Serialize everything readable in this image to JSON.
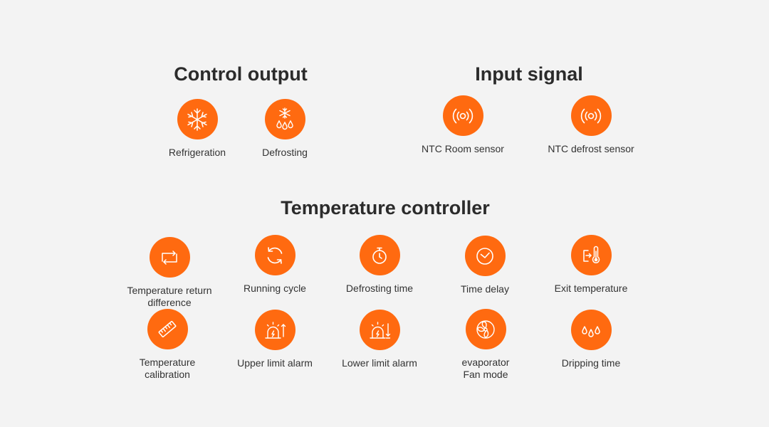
{
  "accent_color": "#ff6a10",
  "control_output": {
    "title": "Control output",
    "items": [
      {
        "label": "Refrigeration",
        "icon": "snowflake-icon"
      },
      {
        "label": "Defrosting",
        "icon": "defrost-icon"
      }
    ]
  },
  "input_signal": {
    "title": "Input signal",
    "items": [
      {
        "label": "NTC Room sensor",
        "icon": "sensor-signal-icon"
      },
      {
        "label": "NTC defrost sensor",
        "icon": "sensor-signal-icon"
      }
    ]
  },
  "temperature_controller": {
    "title": "Temperature controller",
    "items": [
      {
        "label": "Temperature return\ndifference",
        "icon": "return-difference-icon"
      },
      {
        "label": "Running cycle",
        "icon": "cycle-icon"
      },
      {
        "label": "Defrosting time",
        "icon": "stopwatch-icon"
      },
      {
        "label": "Time delay",
        "icon": "clock-icon"
      },
      {
        "label": "Exit temperature",
        "icon": "exit-thermometer-icon"
      },
      {
        "label": "Temperature\ncalibration",
        "icon": "ruler-icon"
      },
      {
        "label": "Upper limit alarm",
        "icon": "alarm-up-icon"
      },
      {
        "label": "Lower limit alarm",
        "icon": "alarm-down-icon"
      },
      {
        "label": "evaporator\nFan mode",
        "icon": "fan-icon"
      },
      {
        "label": "Dripping time",
        "icon": "droplets-icon"
      }
    ]
  }
}
